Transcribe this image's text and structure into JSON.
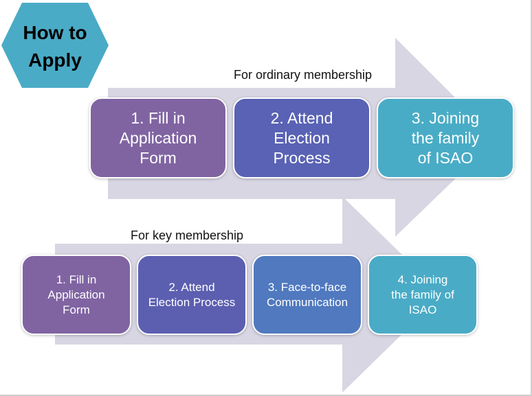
{
  "badge": {
    "title_line1": "How to",
    "title_line2": "Apply",
    "color": "#4aabc6"
  },
  "ordinary": {
    "label": "For ordinary membership",
    "steps": [
      {
        "line1": "1. Fill in",
        "line2": "Application",
        "line3": "Form",
        "color": "#8064a2"
      },
      {
        "line1": "2. Attend",
        "line2": "Election",
        "line3": "Process",
        "color": "#5962b4"
      },
      {
        "line1": "3. Joining",
        "line2": "the family",
        "line3": "of ISAO",
        "color": "#49acc6"
      }
    ]
  },
  "key": {
    "label": "For key membership",
    "steps": [
      {
        "line1": "1. Fill in",
        "line2": "Application",
        "line3": "Form",
        "color": "#8064a2"
      },
      {
        "line1": "2. Attend",
        "line2": "Election Process",
        "color": "#5c5fb0"
      },
      {
        "line1": "3. Face-to-face",
        "line2": "Communication",
        "color": "#5079bf"
      },
      {
        "line1": "4. Joining",
        "line2": "the family of",
        "line3": "ISAO",
        "color": "#4aabc6"
      }
    ]
  },
  "arrow_color": "#d9d6e3"
}
